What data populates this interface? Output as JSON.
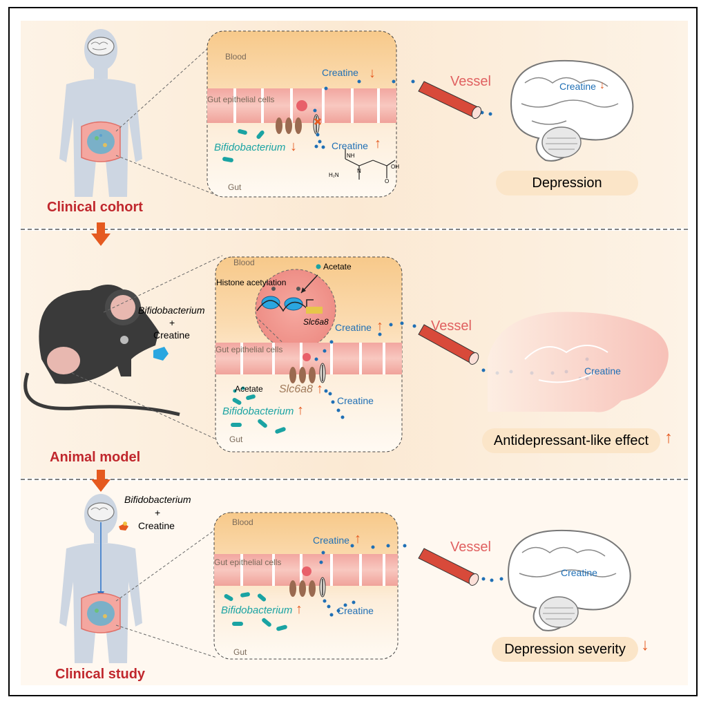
{
  "panels": {
    "cohort": {
      "title": "Clinical cohort",
      "blood": "Blood",
      "gut": "Gut",
      "epithelial": "Gut epithelial cells",
      "creatine_blood": "Creatine",
      "creatine_gut": "Creatine",
      "bacterium": "Bifidobacterium",
      "vessel": "Vessel",
      "brain_creatine": "Creatine",
      "outcome": "Depression",
      "chem_labels": {
        "nh": "NH",
        "h2n": "H₂N",
        "n": "N",
        "oh": "OH",
        "o": "O"
      }
    },
    "animal": {
      "title": "Animal model",
      "treatment_bacterium": "Bifidobacterium",
      "plus": "+",
      "treatment_creatine": "Creatine",
      "blood": "Blood",
      "gut": "Gut",
      "acetate_top": "Acetate",
      "histone": "Histone acetylation",
      "gene_inset": "Slc6a8",
      "epithelial": "Gut epithelial cells",
      "creatine_blood": "Creatine",
      "acetate_gut": "Acetate",
      "gene_gut": "Slc6a8",
      "creatine_gut": "Creatine",
      "bacterium": "Bifidobacterium",
      "vessel": "Vessel",
      "brain_creatine": "Creatine",
      "outcome": "Antidepressant-like effect"
    },
    "study": {
      "title": "Clinical study",
      "treatment_bacterium": "Bifidobacterium",
      "plus": "+",
      "treatment_creatine": "Creatine",
      "blood": "Blood",
      "gut": "Gut",
      "epithelial": "Gut epithelial cells",
      "creatine_blood": "Creatine",
      "creatine_gut": "Creatine",
      "bacterium": "Bifidobacterium",
      "vessel": "Vessel",
      "brain_creatine": "Creatine",
      "outcome": "Depression severity"
    }
  },
  "arrows": {
    "up": "↑",
    "down": "↓"
  },
  "colors": {
    "panel_bg": "#fdf1e2",
    "title_red": "#c0272d",
    "creatine_blue": "#1f6fb5",
    "bacterium_teal": "#1aa3a3",
    "arrow_orange": "#e55a20",
    "vessel_red": "#e06060"
  }
}
